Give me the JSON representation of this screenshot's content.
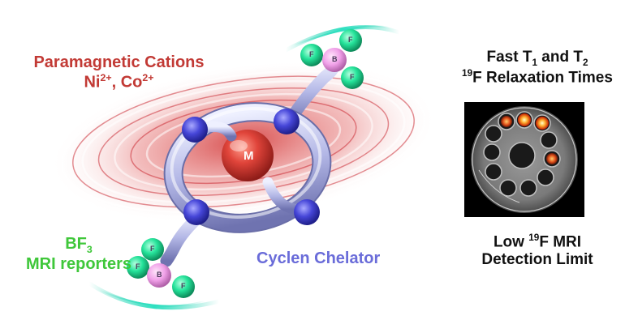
{
  "labels": {
    "paramagnetic_title": "Paramagnetic Cations",
    "ni": "Ni",
    "ni_charge": "2+",
    "co": "Co",
    "co_charge": "2+",
    "bf": "BF",
    "bf_sub": "3",
    "mri_reporters": "MRI reporters",
    "cyclen": "Cyclen Chelator",
    "fast_prefix": "Fast T",
    "t1_sub": "1",
    "and_t": " and T",
    "t2_sub": "2",
    "f19_sup": "19",
    "relaxation": "F Relaxation Times",
    "low_prefix": "Low ",
    "low_sup": "19",
    "low_mri": "F MRI",
    "detection": "Detection Limit"
  },
  "atoms": {
    "metal": "M",
    "boron": "B",
    "fluorine": "F"
  },
  "colors": {
    "paramagnetic": "#c23a35",
    "reporter": "#3fc73a",
    "chelator": "#6a6cd9",
    "text": "#111111"
  }
}
